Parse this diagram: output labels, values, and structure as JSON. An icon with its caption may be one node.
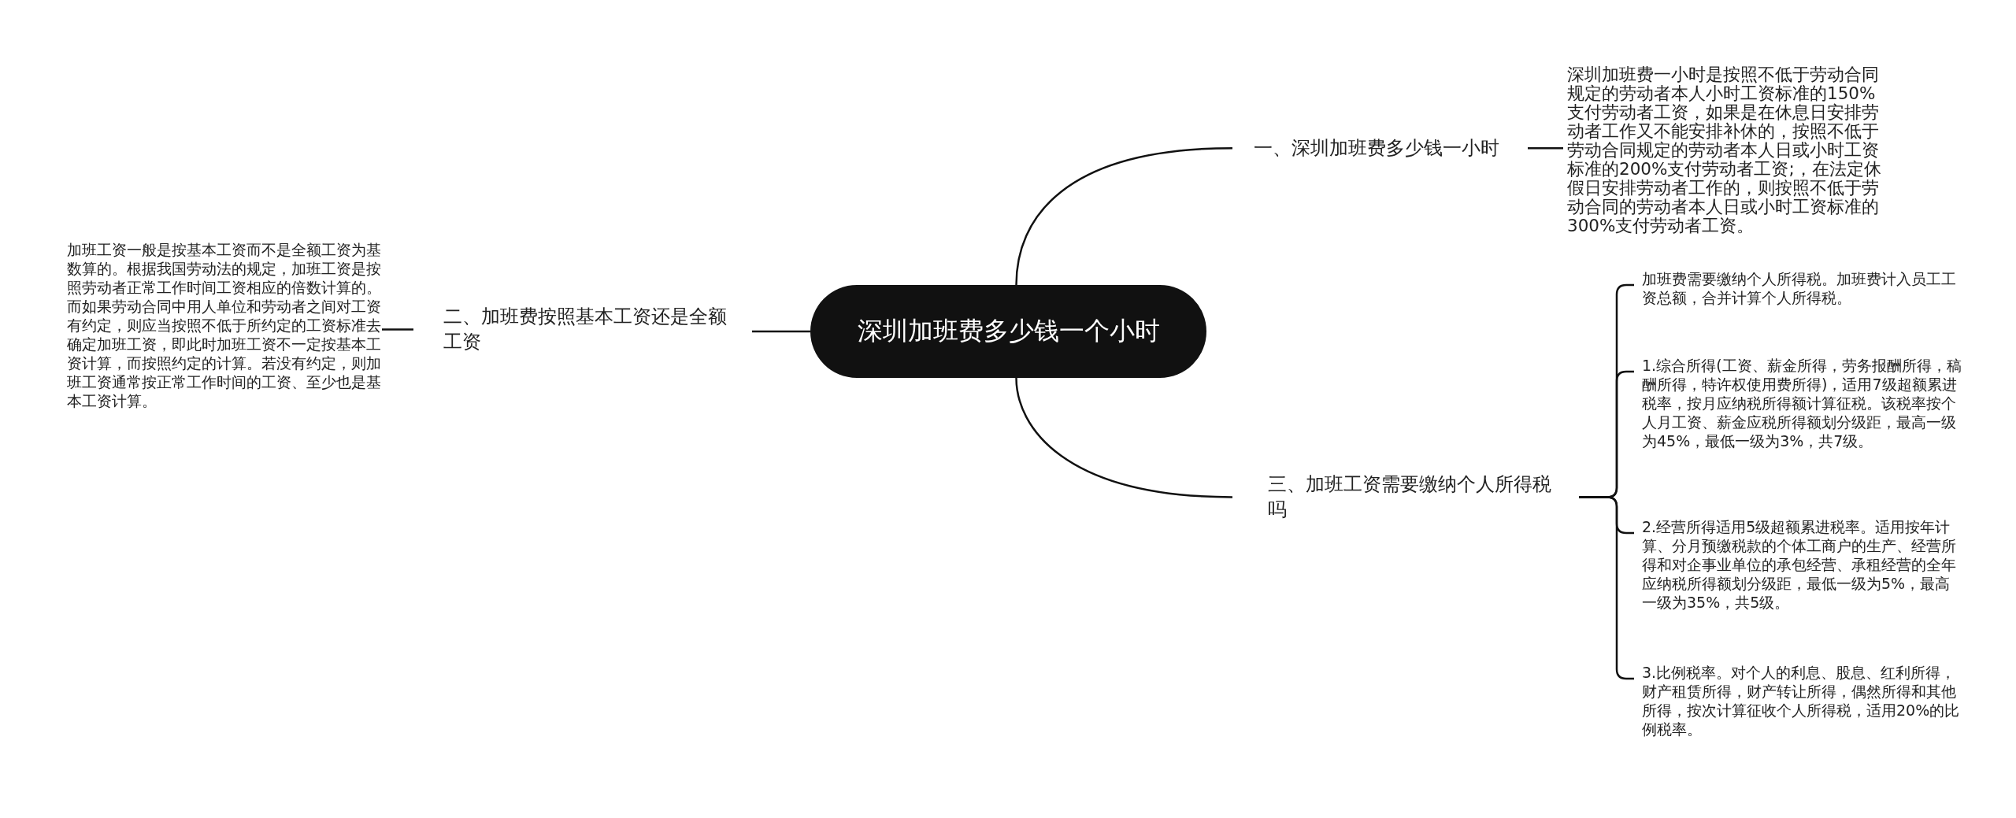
{
  "diagram": {
    "nodes": [
      {
        "text": [
          "深圳加班费多少钱一个小时"
        ]
      },
      {
        "text": [
          "一、深圳加班费多少钱一小时"
        ]
      },
      {
        "text": [
          "深圳加班费一小时是按照不低于劳动合同规定的劳动者本人小时工资标准的150%支付劳动者工资，如果是在休息日安排劳动者工作又不能安排补休的，按照不低于劳动合同规定的劳动者本人日或小时工资标准的200%支付劳动者工资;，在法定休假日安排劳动者工作的，则按照不低于劳动合同的劳动者本人日或小时工资标准的300%支付劳动者工资。"
        ]
      },
      {
        "text": [
          "二、加班费按照基本工资还是全额工资"
        ]
      },
      {
        "text": [
          "加班工资一般是按基本工资而不是全额工资为基数算的。根据我国劳动法的规定，加班工资是按照劳动者正常工作时间工资相应的倍数计算的。而如果劳动合同中用人单位和劳动者之间对工资有约定，则应当按照不低于所约定的工资标准去确定加班工资，即此时加班工资不一定按基本工资计算，而按照约定的计算。若没有约定，则加班工资通常按正常工作时间的工资、至少也是基本工资计算。"
        ]
      },
      {
        "text": [
          "三、加班工资需要缴纳个人所得税吗"
        ]
      },
      {
        "text": [
          "加班费需要缴纳个人所得税。加班费计入员工工资总额，合并计算个人所得税。"
        ]
      },
      {
        "text": [
          "1.综合所得(工资、薪金所得，劳务报酬所得，稿酬所得，特许权使用费所得)，适用7级超额累进税率，按月应纳税所得额计算征税。该税率按个人月工资、薪金应税所得额划分级距，最高一级为45%，最低一级为3%，共7级。"
        ]
      },
      {
        "text": [
          "2.经营所得适用5级超额累进税率。适用按年计算、分月预缴税款的个体工商户的生产、经营所得和对企事业单位的承包经营、承租经营的全年应纳税所得额划分级距，最低一级为5%，最高一级为35%，共5级。"
        ]
      },
      {
        "text": [
          "3.比例税率。对个人的利息、股息、红利所得，财产租赁所得，财产转让所得，偶然所得和其他所得，按次计算征收个人所得税，适用20%的比例税率。"
        ]
      }
    ],
    "edges": [
      {
        "from": 0,
        "to": 1,
        "arrow": "none"
      },
      {
        "from": 1,
        "to": 2,
        "arrow": "none"
      },
      {
        "from": 0,
        "to": 3,
        "arrow": "none"
      },
      {
        "from": 3,
        "to": 4,
        "arrow": "none"
      },
      {
        "from": 0,
        "to": 5,
        "arrow": "none"
      },
      {
        "from": 5,
        "to": 6,
        "arrow": "none"
      },
      {
        "from": 5,
        "to": 7,
        "arrow": "none"
      },
      {
        "from": 5,
        "to": 8,
        "arrow": "none"
      },
      {
        "from": 5,
        "to": 9,
        "arrow": "none"
      }
    ]
  }
}
